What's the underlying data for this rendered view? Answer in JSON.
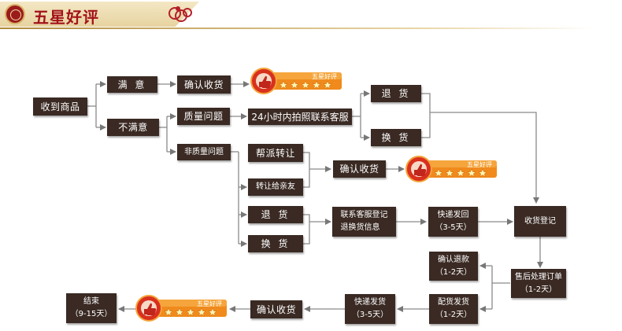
{
  "header": {
    "title": "五星好评"
  },
  "badge": {
    "label": "五星好评",
    "stars": 5
  },
  "nodes": {
    "receive": "收到商品",
    "satisfied": "满 意",
    "unsatisfied": "不满意",
    "confirm1": "确认收货",
    "quality": "质量问题",
    "contact24": "24小时内拍照联系客服",
    "return1": "退 货",
    "exchange1": "换 货",
    "nonquality": "非质量问题",
    "help_transfer": "帮派转让",
    "transfer_friend": "转让给亲友",
    "confirm2": "确认收货",
    "return2": "退 货",
    "exchange2": "换 货",
    "register": "联系客服登记\n退换货信息",
    "ship_back": "快递发回\n（3-5天）",
    "receive_register": "收货登记",
    "refund": "确认退款\n（1-2天）",
    "aftersale": "售后处理订单\n（1-2天）",
    "delivery": "配货发货\n（1-2天）",
    "express": "快递发货\n（3-5天）",
    "confirm3": "确认收货",
    "end": "结束\n（9-15天）"
  }
}
